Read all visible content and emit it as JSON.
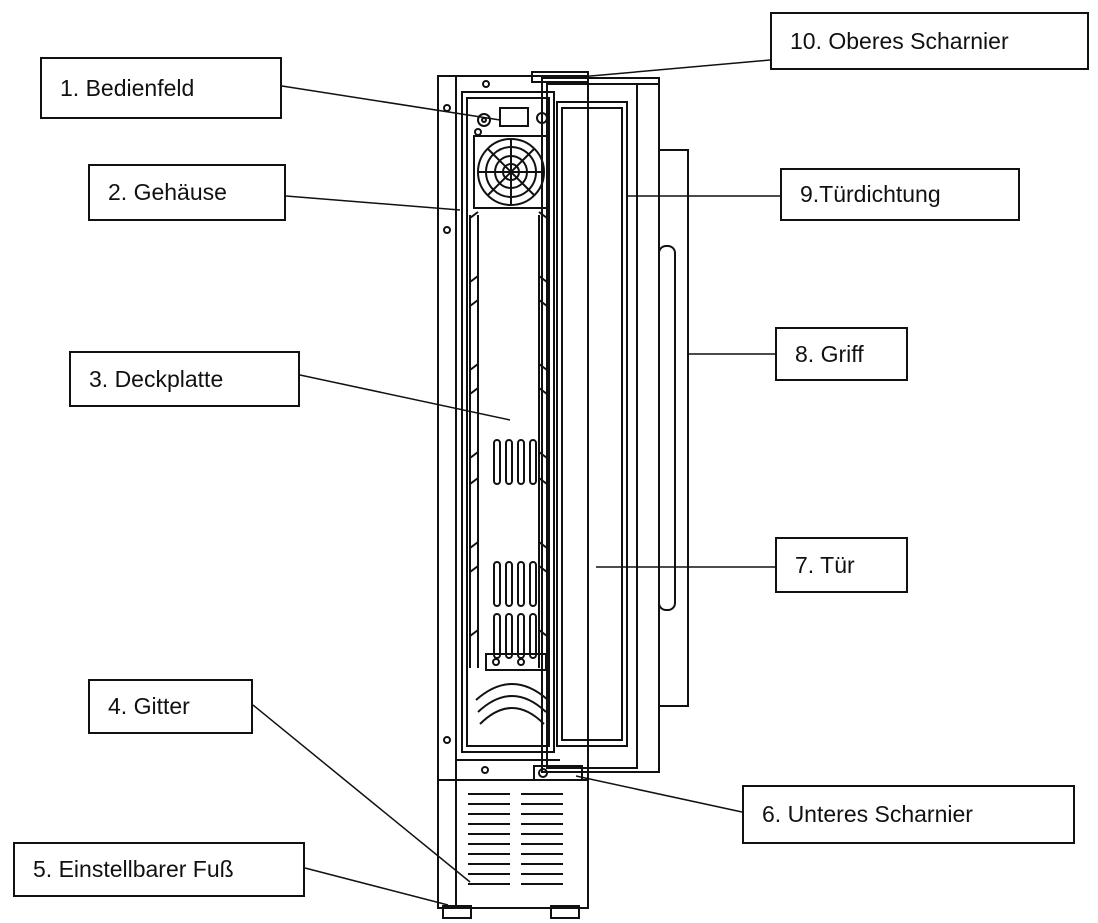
{
  "labels": {
    "bedienfeld": "1. Bedienfeld",
    "gehaeuse": "2. Gehäuse",
    "deckplatte": "3. Deckplatte",
    "gitter": "4. Gitter",
    "fuss": "5. Einstellbarer Fuß",
    "unteres_scharnier": "6. Unteres Scharnier",
    "tuer": "7. Tür",
    "griff": "8. Griff",
    "tuerdichtung": "9.Türdichtung",
    "oberes_scharnier": "10. Oberes Scharnier"
  },
  "colors": {
    "line": "#111111",
    "background": "#ffffff"
  }
}
